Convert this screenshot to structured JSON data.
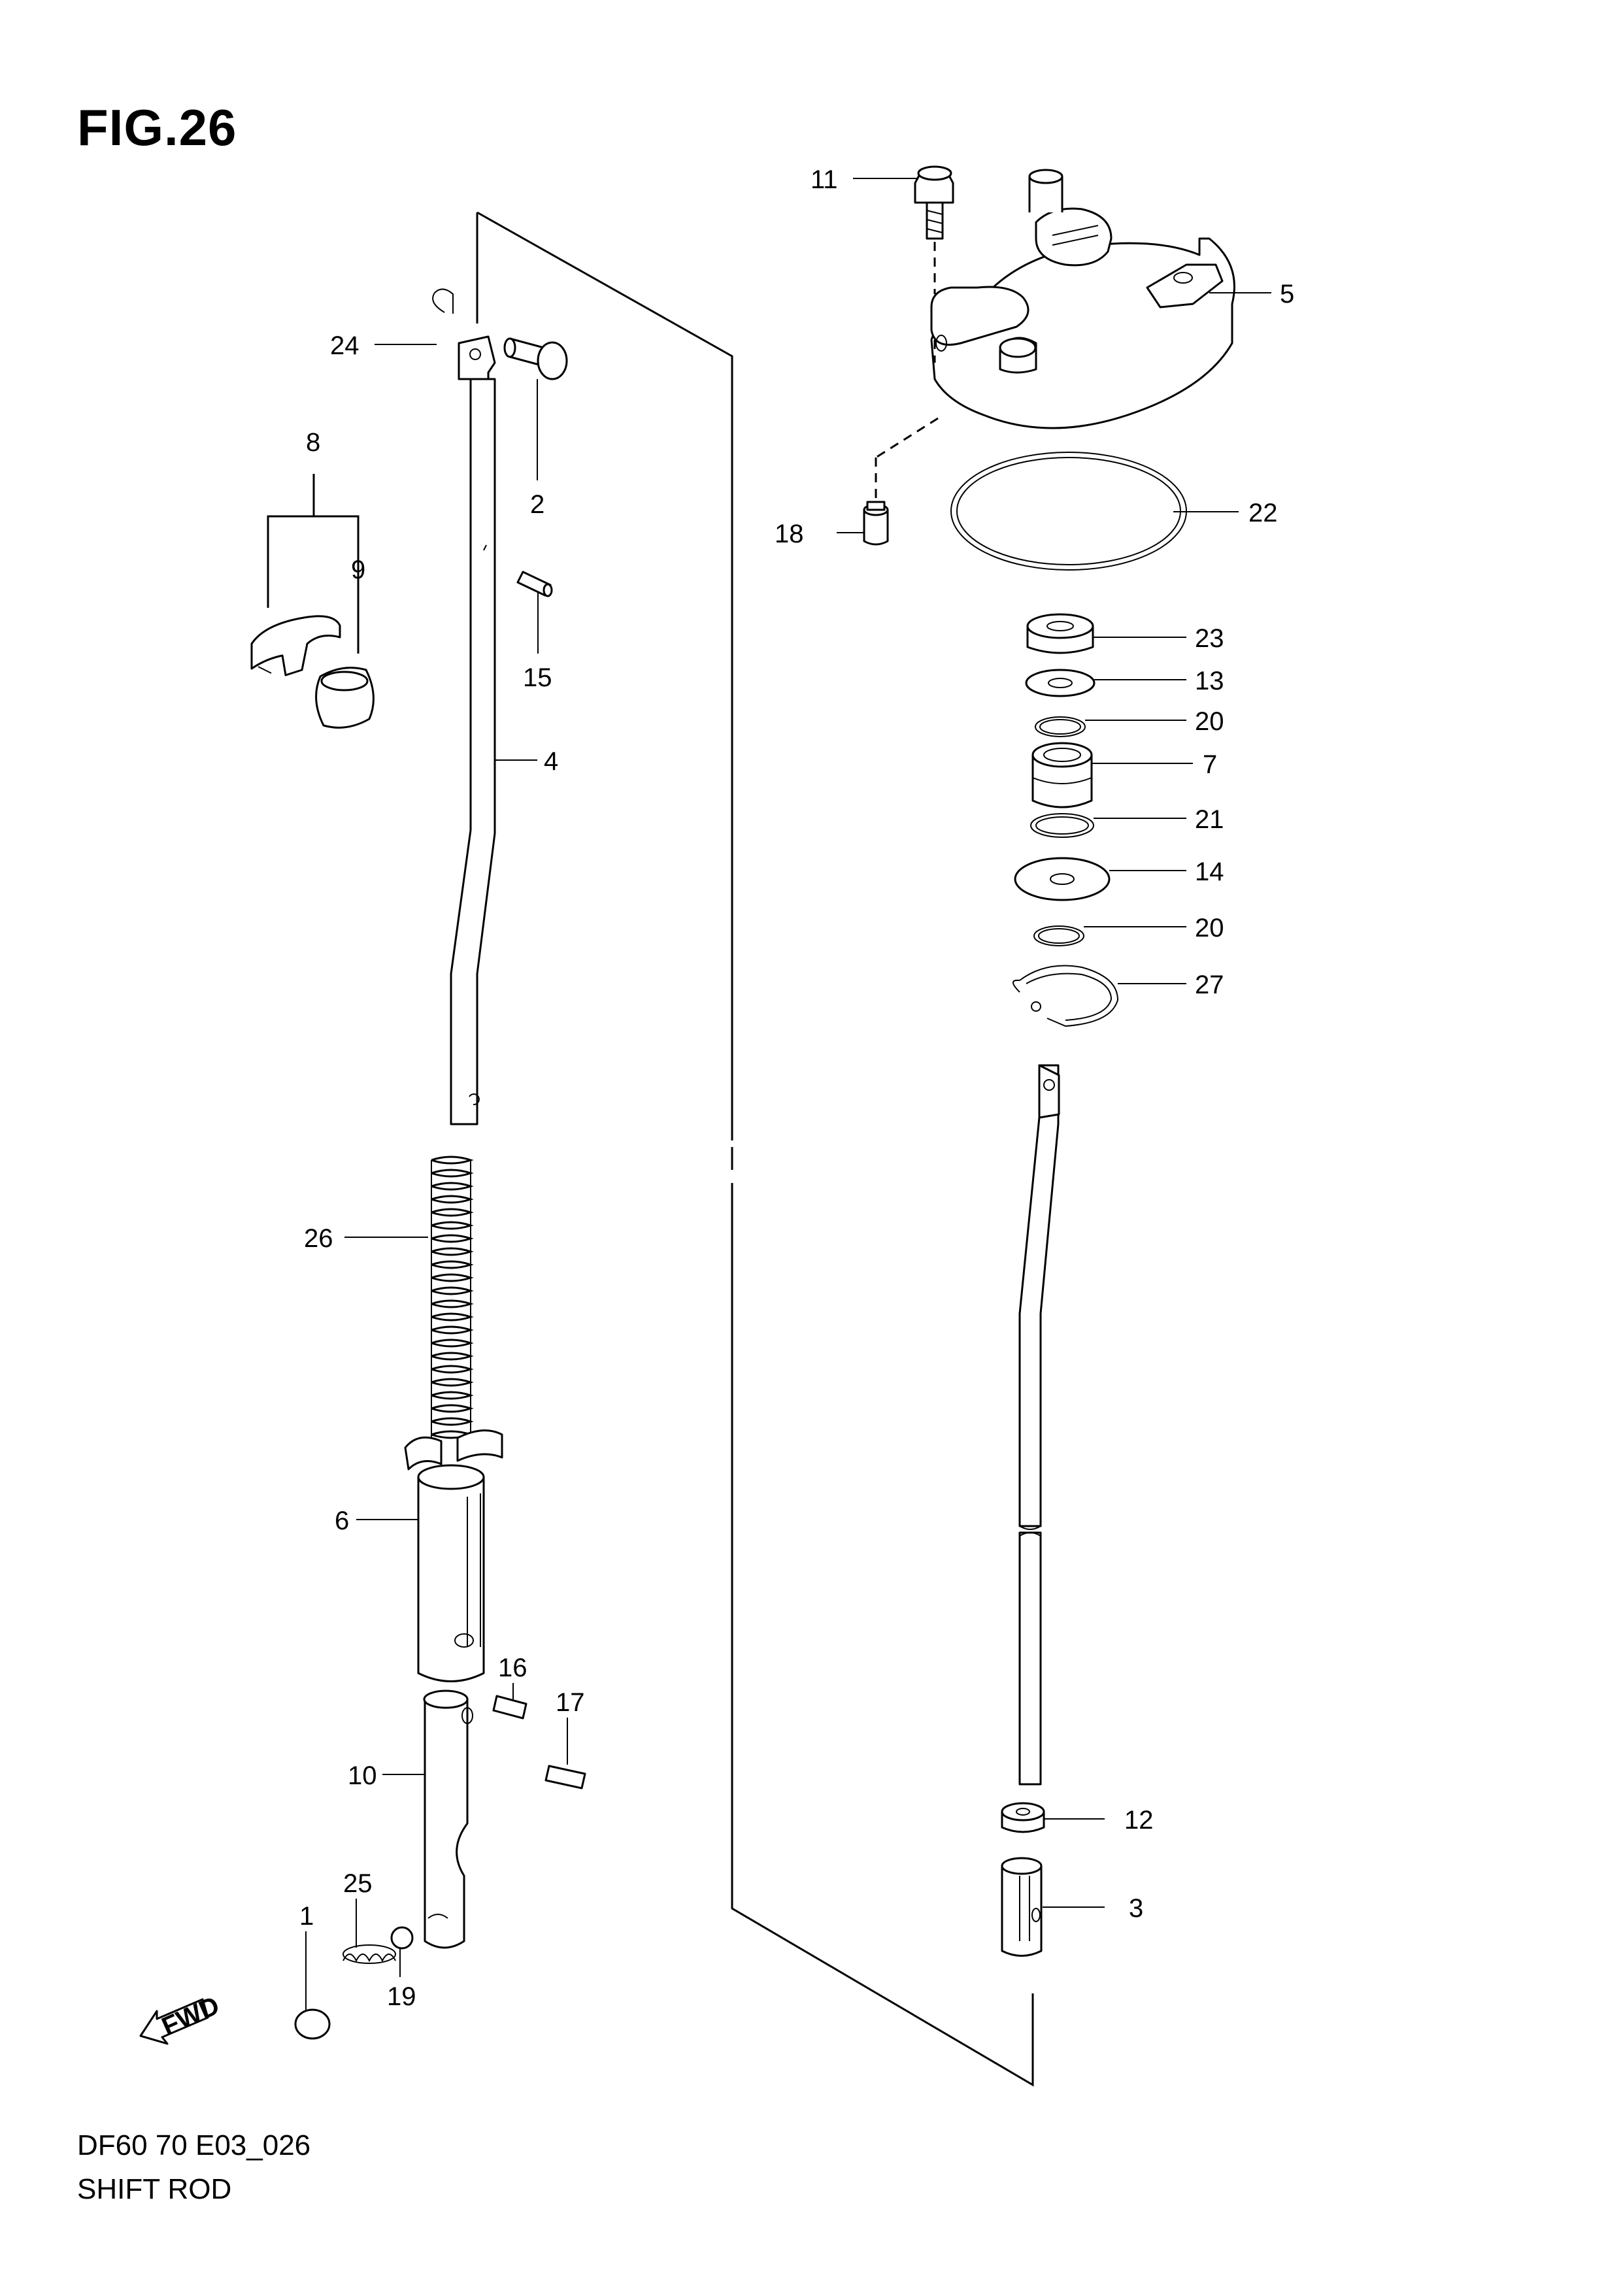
{
  "title": "FIG.26",
  "footer": {
    "code": "DF60 70 E03_026",
    "name": "SHIFT ROD"
  },
  "fwd_label": "FWD",
  "callouts": {
    "p1": "1",
    "p2": "2",
    "p3": "3",
    "p4": "4",
    "p5": "5",
    "p6": "6",
    "p7": "7",
    "p8": "8",
    "p9": "9",
    "p10": "10",
    "p11": "11",
    "p12": "12",
    "p13": "13",
    "p14": "14",
    "p15": "15",
    "p16": "16",
    "p17": "17",
    "p18": "18",
    "p19": "19",
    "p20a": "20",
    "p20b": "20",
    "p21": "21",
    "p22": "22",
    "p23": "23",
    "p24": "24",
    "p25": "25",
    "p26": "26",
    "p27": "27"
  }
}
